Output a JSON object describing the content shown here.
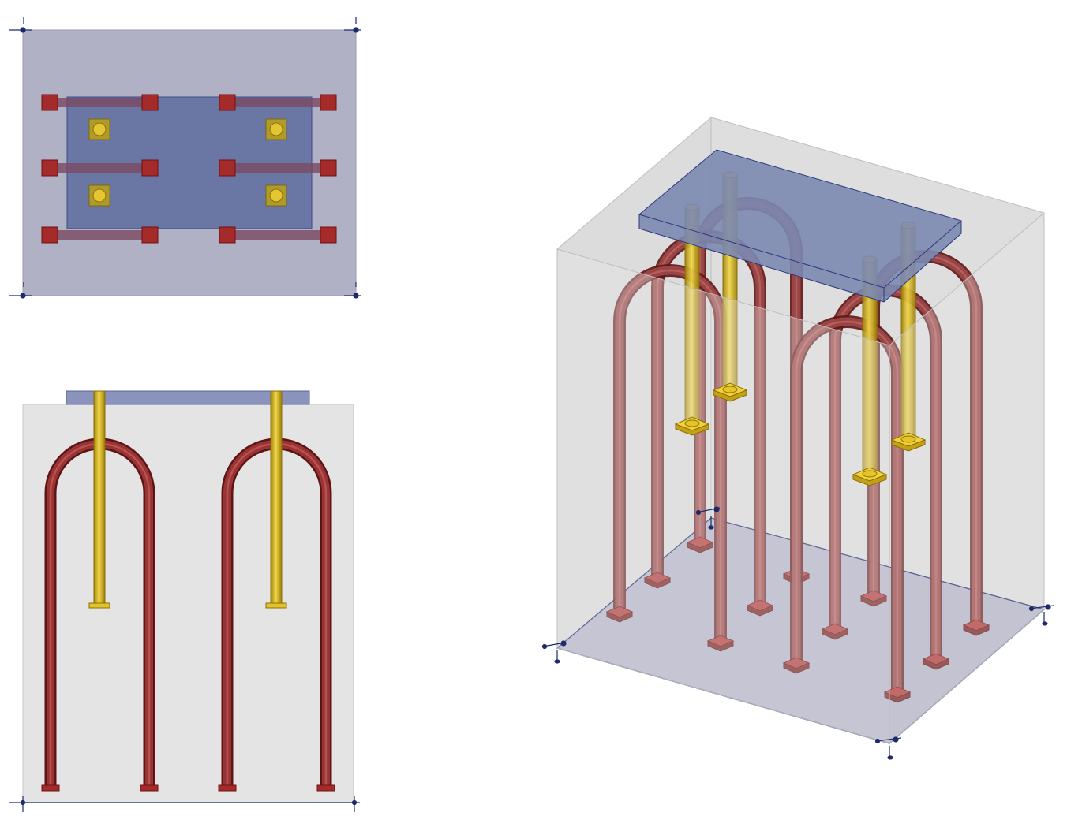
{
  "colors": {
    "concrete_top": "#b1b1c6",
    "concrete_side": "#e4e4e4",
    "base_plate": "#6a76a4",
    "rebar": "#8a2a2a",
    "anchor": "#d8b21a",
    "dimension": "#1c2a6c",
    "edge": "#9a9a9a"
  },
  "views": {
    "top": {
      "name": "plan-view"
    },
    "front": {
      "name": "front-elevation-view"
    },
    "iso": {
      "name": "isometric-view"
    }
  },
  "model": {
    "stirrup_pairs": 6,
    "anchors": 4
  }
}
